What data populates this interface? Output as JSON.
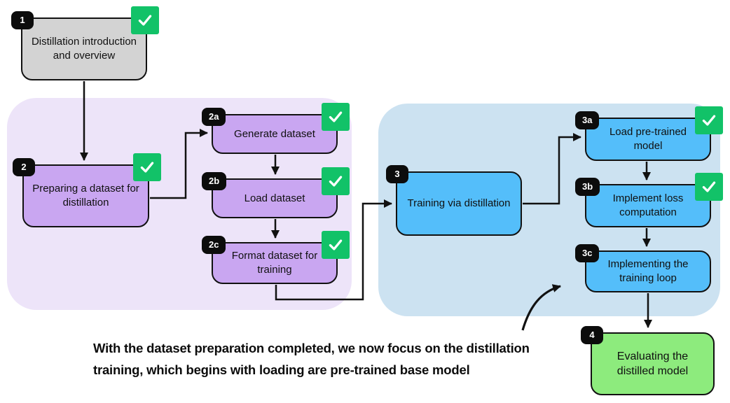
{
  "diagram": {
    "nodes": {
      "n1": {
        "badge": "1",
        "label": "Distillation introduction and overview",
        "completed": true
      },
      "n2": {
        "badge": "2",
        "label": "Preparing a dataset for distillation",
        "completed": true
      },
      "n2a": {
        "badge": "2a",
        "label": "Generate dataset",
        "completed": true
      },
      "n2b": {
        "badge": "2b",
        "label": "Load dataset",
        "completed": true
      },
      "n2c": {
        "badge": "2c",
        "label": "Format dataset for training",
        "completed": true
      },
      "n3": {
        "badge": "3",
        "label": "Training via distillation",
        "completed": false
      },
      "n3a": {
        "badge": "3a",
        "label": "Load pre-trained model",
        "completed": true
      },
      "n3b": {
        "badge": "3b",
        "label": "Implement loss computation",
        "completed": true
      },
      "n3c": {
        "badge": "3c",
        "label": "Implementing the training loop",
        "completed": false
      },
      "n4": {
        "badge": "4",
        "label": "Evaluating the distilled model",
        "completed": false
      }
    },
    "annotation": {
      "line1": "With the dataset preparation completed, we now focus on the distillation",
      "line2": "training, which begins with loading are pre-trained base model"
    },
    "colors": {
      "region_purple": "#EDE4F9",
      "region_blue": "#CCE2F1",
      "node_gray": "#D3D3D3",
      "node_purple": "#C9A6F1",
      "node_blue": "#54BEFA",
      "node_green": "#8DEB7D",
      "check_green": "#12C268",
      "badge_black": "#0C0C0C",
      "line_black": "#111111"
    }
  }
}
